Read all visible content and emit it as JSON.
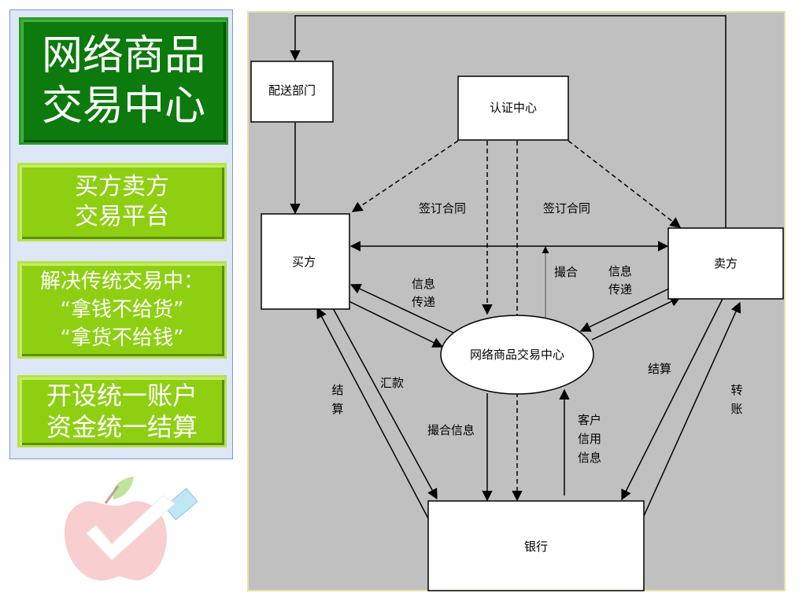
{
  "sidebar": {
    "title": "网络商品交易中心",
    "box1": [
      "买方卖方",
      "交易平台"
    ],
    "box2": [
      "解决传统交易中：",
      "“拿钱不给货”",
      "“拿货不给钱”"
    ],
    "box3": [
      "开设统一账户",
      "资金统一结算"
    ]
  },
  "diagram": {
    "nodes": {
      "delivery": "配送部门",
      "certification": "认证中心",
      "buyer": "买方",
      "seller": "卖方",
      "center": "网络商品交易中心",
      "bank": "银行"
    },
    "labels": {
      "sign_left": "签订合同",
      "sign_right": "签订合同",
      "info_left_1": "信息",
      "info_left_2": "传递",
      "match": "撮合",
      "info_right_1": "信息",
      "info_right_2": "传递",
      "settle_left_1": "结",
      "settle_left_2": "算",
      "remit": "汇款",
      "match_info": "撮合信息",
      "credit_1": "客户",
      "credit_2": "信用",
      "credit_3": "信息",
      "settle_right": "结算",
      "transfer_1": "转",
      "transfer_2": "账"
    }
  }
}
